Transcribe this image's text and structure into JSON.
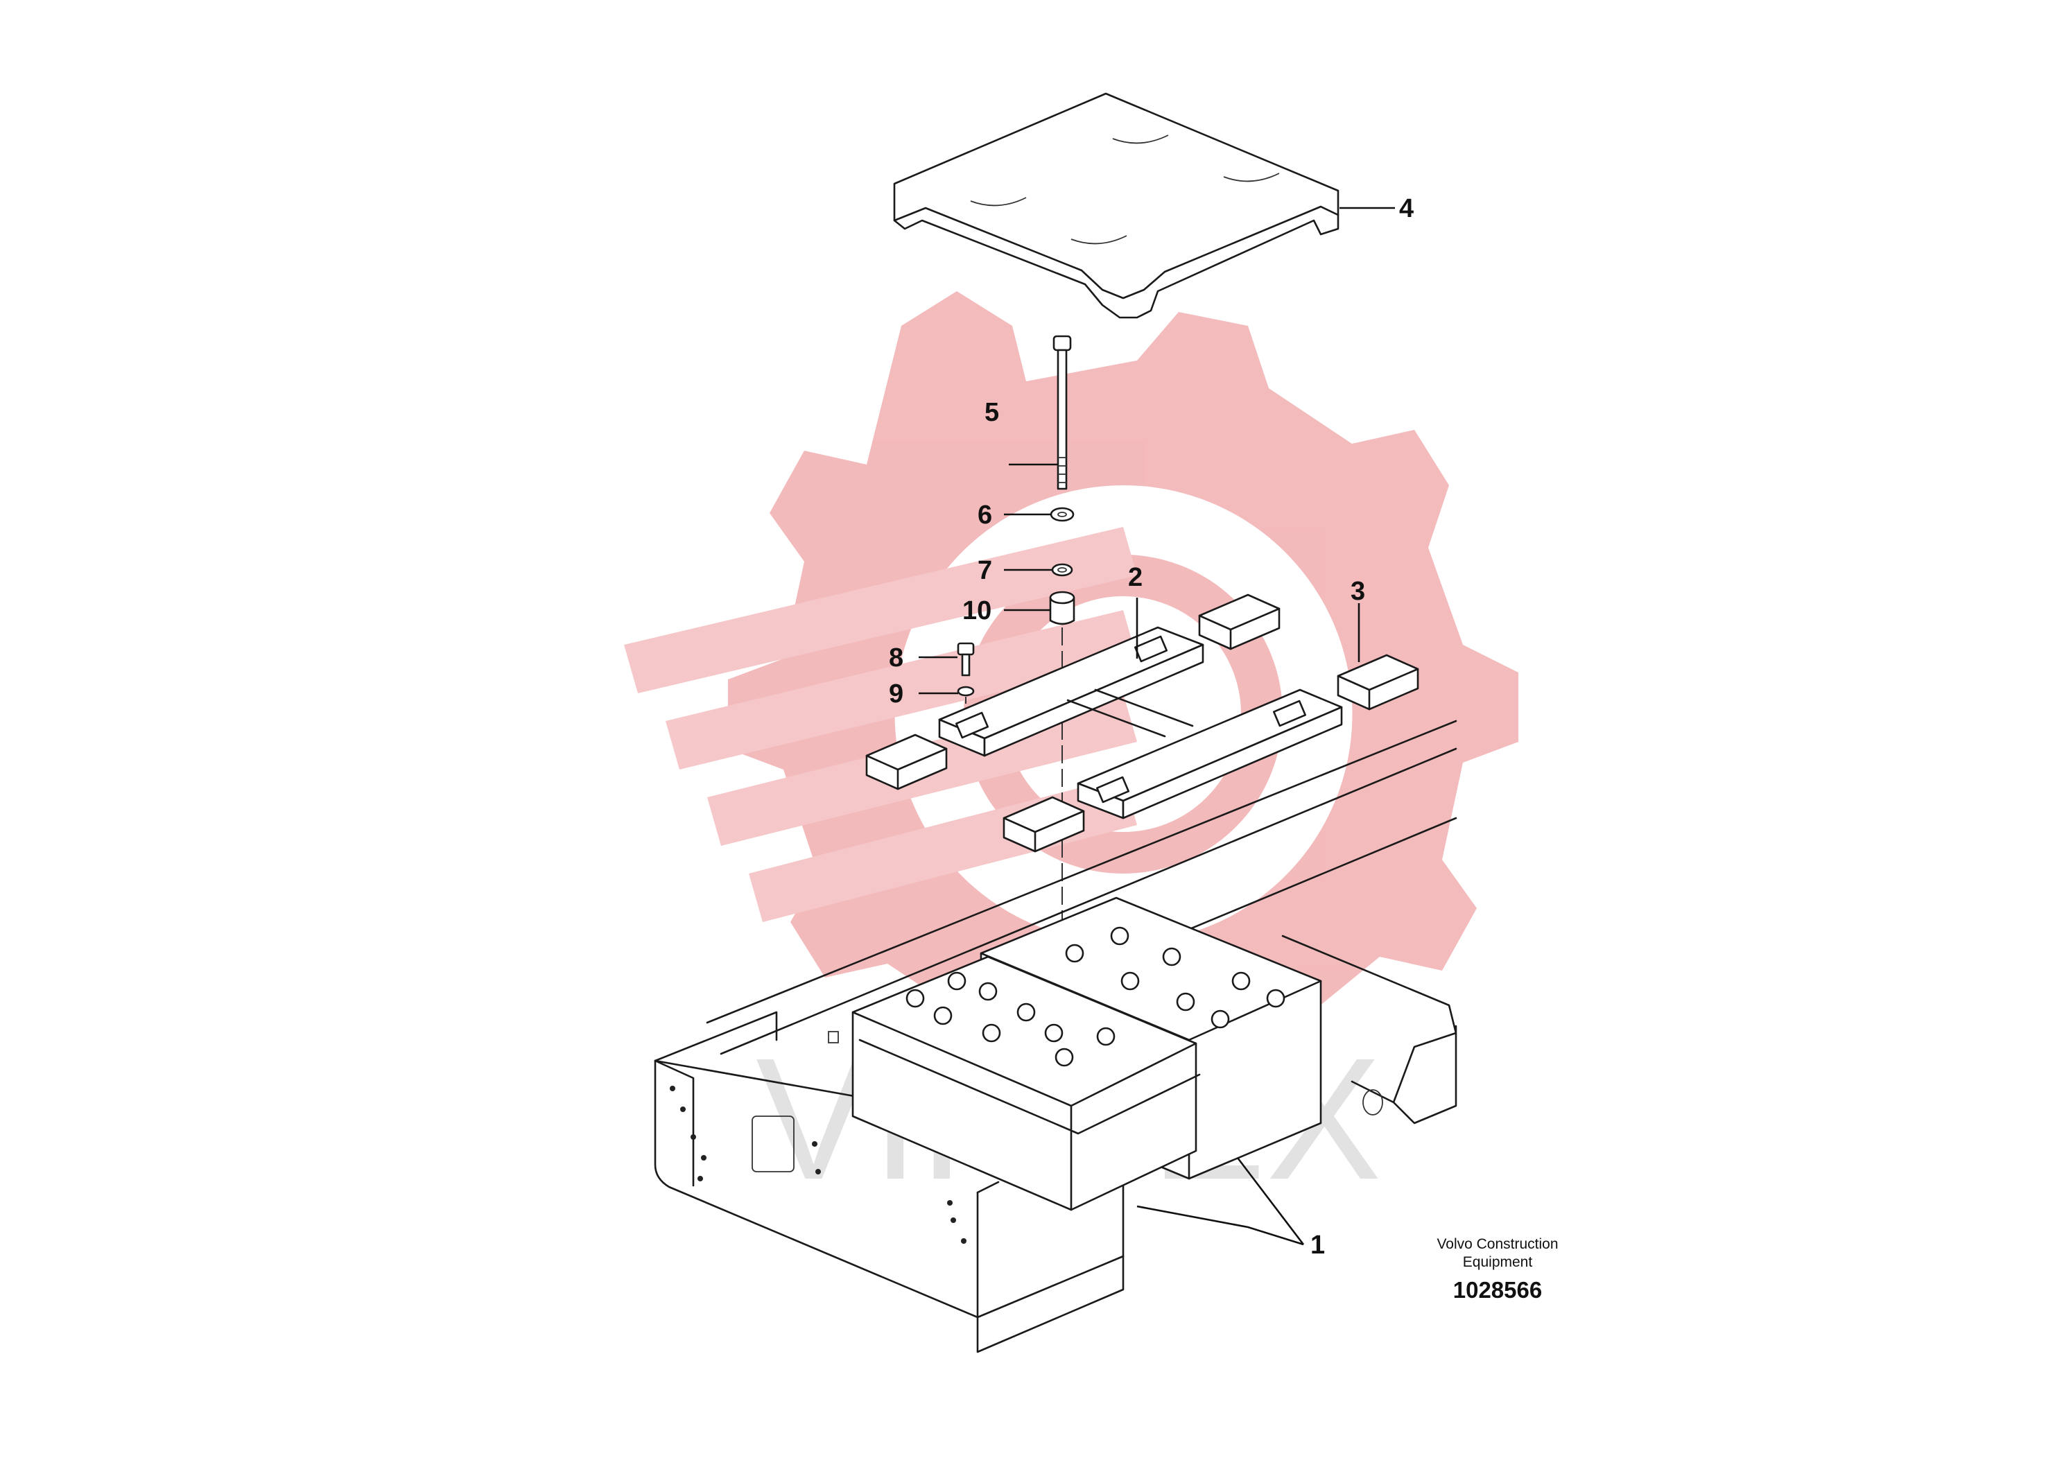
{
  "watermark": {
    "text": "VIHTEX",
    "gear_color": "#f3b7b9"
  },
  "callouts": [
    "1",
    "2",
    "3",
    "4",
    "5",
    "6",
    "7",
    "8",
    "9",
    "10"
  ],
  "manufacturer": {
    "line1": "Volvo Construction",
    "line2": "Equipment"
  },
  "document_number": "1028566"
}
